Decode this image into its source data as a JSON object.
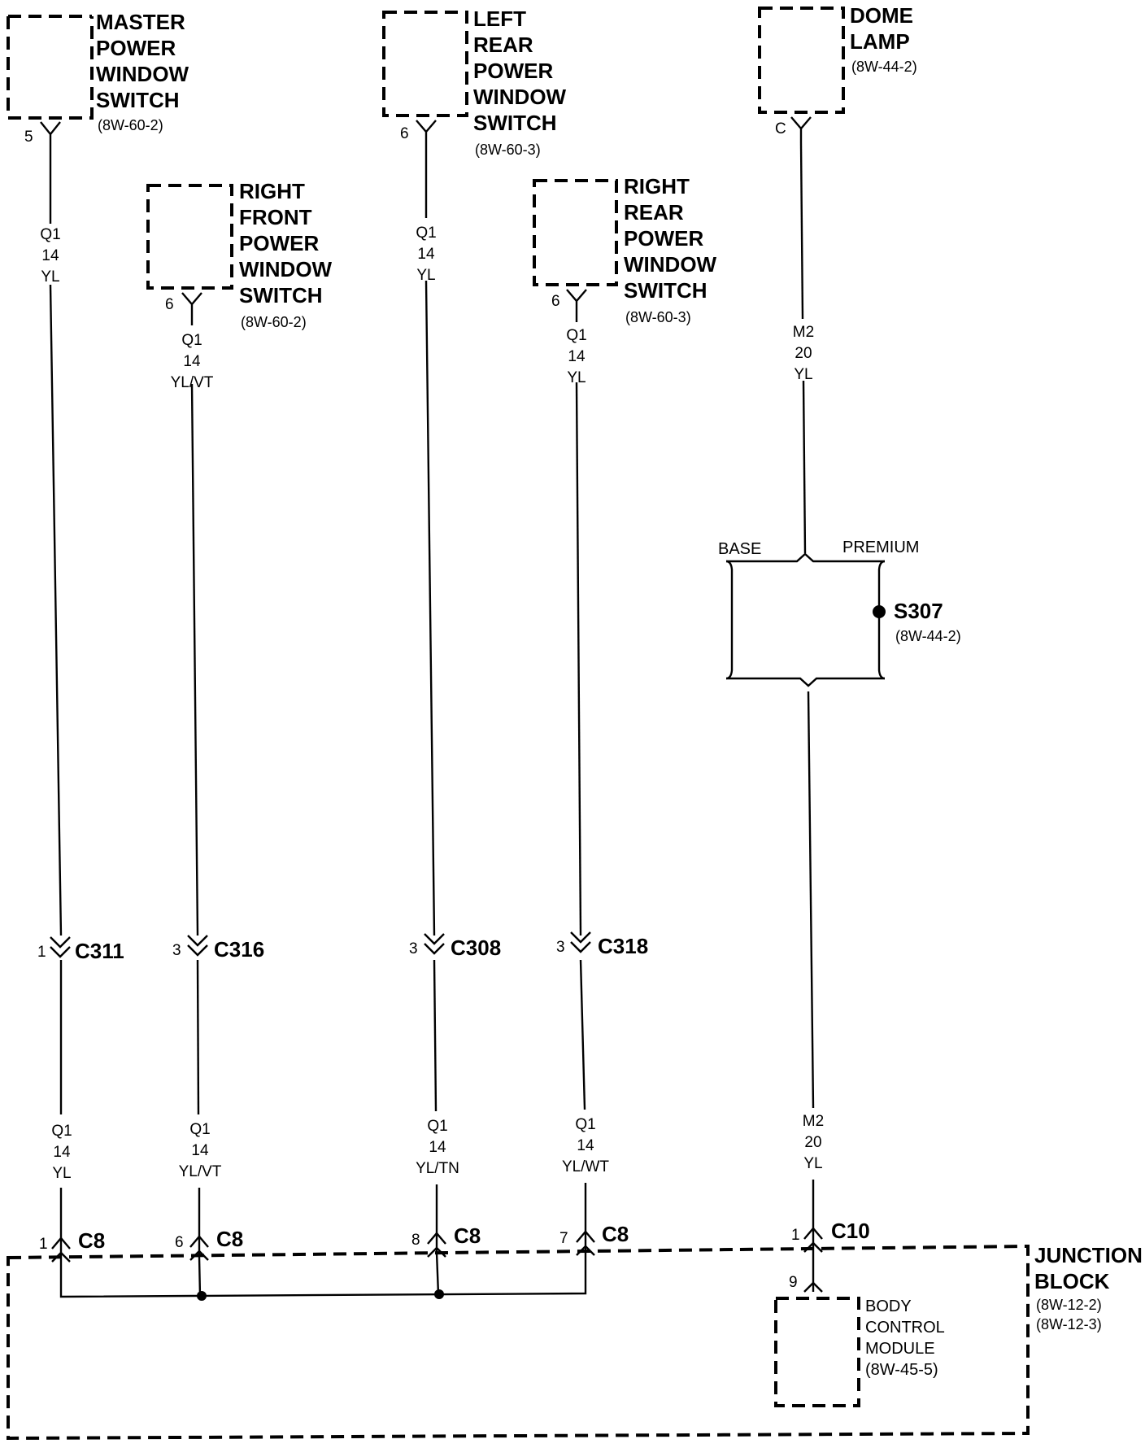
{
  "components": {
    "master_switch": {
      "lines": [
        "MASTER",
        "POWER",
        "WINDOW",
        "SWITCH"
      ],
      "ref": "(8W-60-2)",
      "pin": "5"
    },
    "right_front_switch": {
      "lines": [
        "RIGHT",
        "FRONT",
        "POWER",
        "WINDOW",
        "SWITCH"
      ],
      "ref": "(8W-60-2)",
      "pin": "6"
    },
    "left_rear_switch": {
      "lines": [
        "LEFT",
        "REAR",
        "POWER",
        "WINDOW",
        "SWITCH"
      ],
      "ref": "(8W-60-3)",
      "pin": "6"
    },
    "right_rear_switch": {
      "lines": [
        "RIGHT",
        "REAR",
        "POWER",
        "WINDOW",
        "SWITCH"
      ],
      "ref": "(8W-60-3)",
      "pin": "6"
    },
    "dome_lamp": {
      "lines": [
        "DOME",
        "LAMP"
      ],
      "ref": "(8W-44-2)",
      "pin": "C"
    },
    "junction_block": {
      "lines": [
        "JUNCTION",
        "BLOCK"
      ],
      "refs": [
        "(8W-12-2)",
        "(8W-12-3)"
      ]
    },
    "body_control_module": {
      "lines": [
        "BODY",
        "CONTROL",
        "MODULE"
      ],
      "ref": "(8W-45-5)",
      "pin": "9"
    }
  },
  "wires": {
    "w1_upper": [
      "Q1",
      "14",
      "YL"
    ],
    "w2_upper": [
      "Q1",
      "14",
      "YL/VT"
    ],
    "w3_upper": [
      "Q1",
      "14",
      "YL"
    ],
    "w4_upper": [
      "Q1",
      "14",
      "YL"
    ],
    "w5_upper": [
      "M2",
      "20",
      "YL"
    ],
    "w1_lower": [
      "Q1",
      "14",
      "YL"
    ],
    "w2_lower": [
      "Q1",
      "14",
      "YL/VT"
    ],
    "w3_lower": [
      "Q1",
      "14",
      "YL/TN"
    ],
    "w4_lower": [
      "Q1",
      "14",
      "YL/WT"
    ],
    "w5_lower": [
      "M2",
      "20",
      "YL"
    ]
  },
  "inline_connectors": [
    {
      "pin": "1",
      "name": "C311"
    },
    {
      "pin": "3",
      "name": "C316"
    },
    {
      "pin": "3",
      "name": "C308"
    },
    {
      "pin": "3",
      "name": "C318"
    }
  ],
  "junction_connectors": [
    {
      "pin": "1",
      "name": "C8"
    },
    {
      "pin": "6",
      "name": "C8"
    },
    {
      "pin": "8",
      "name": "C8"
    },
    {
      "pin": "7",
      "name": "C8"
    },
    {
      "pin": "1",
      "name": "C10"
    }
  ],
  "options": {
    "base": "BASE",
    "premium": "PREMIUM"
  },
  "splice": {
    "name": "S307",
    "ref": "(8W-44-2)"
  }
}
